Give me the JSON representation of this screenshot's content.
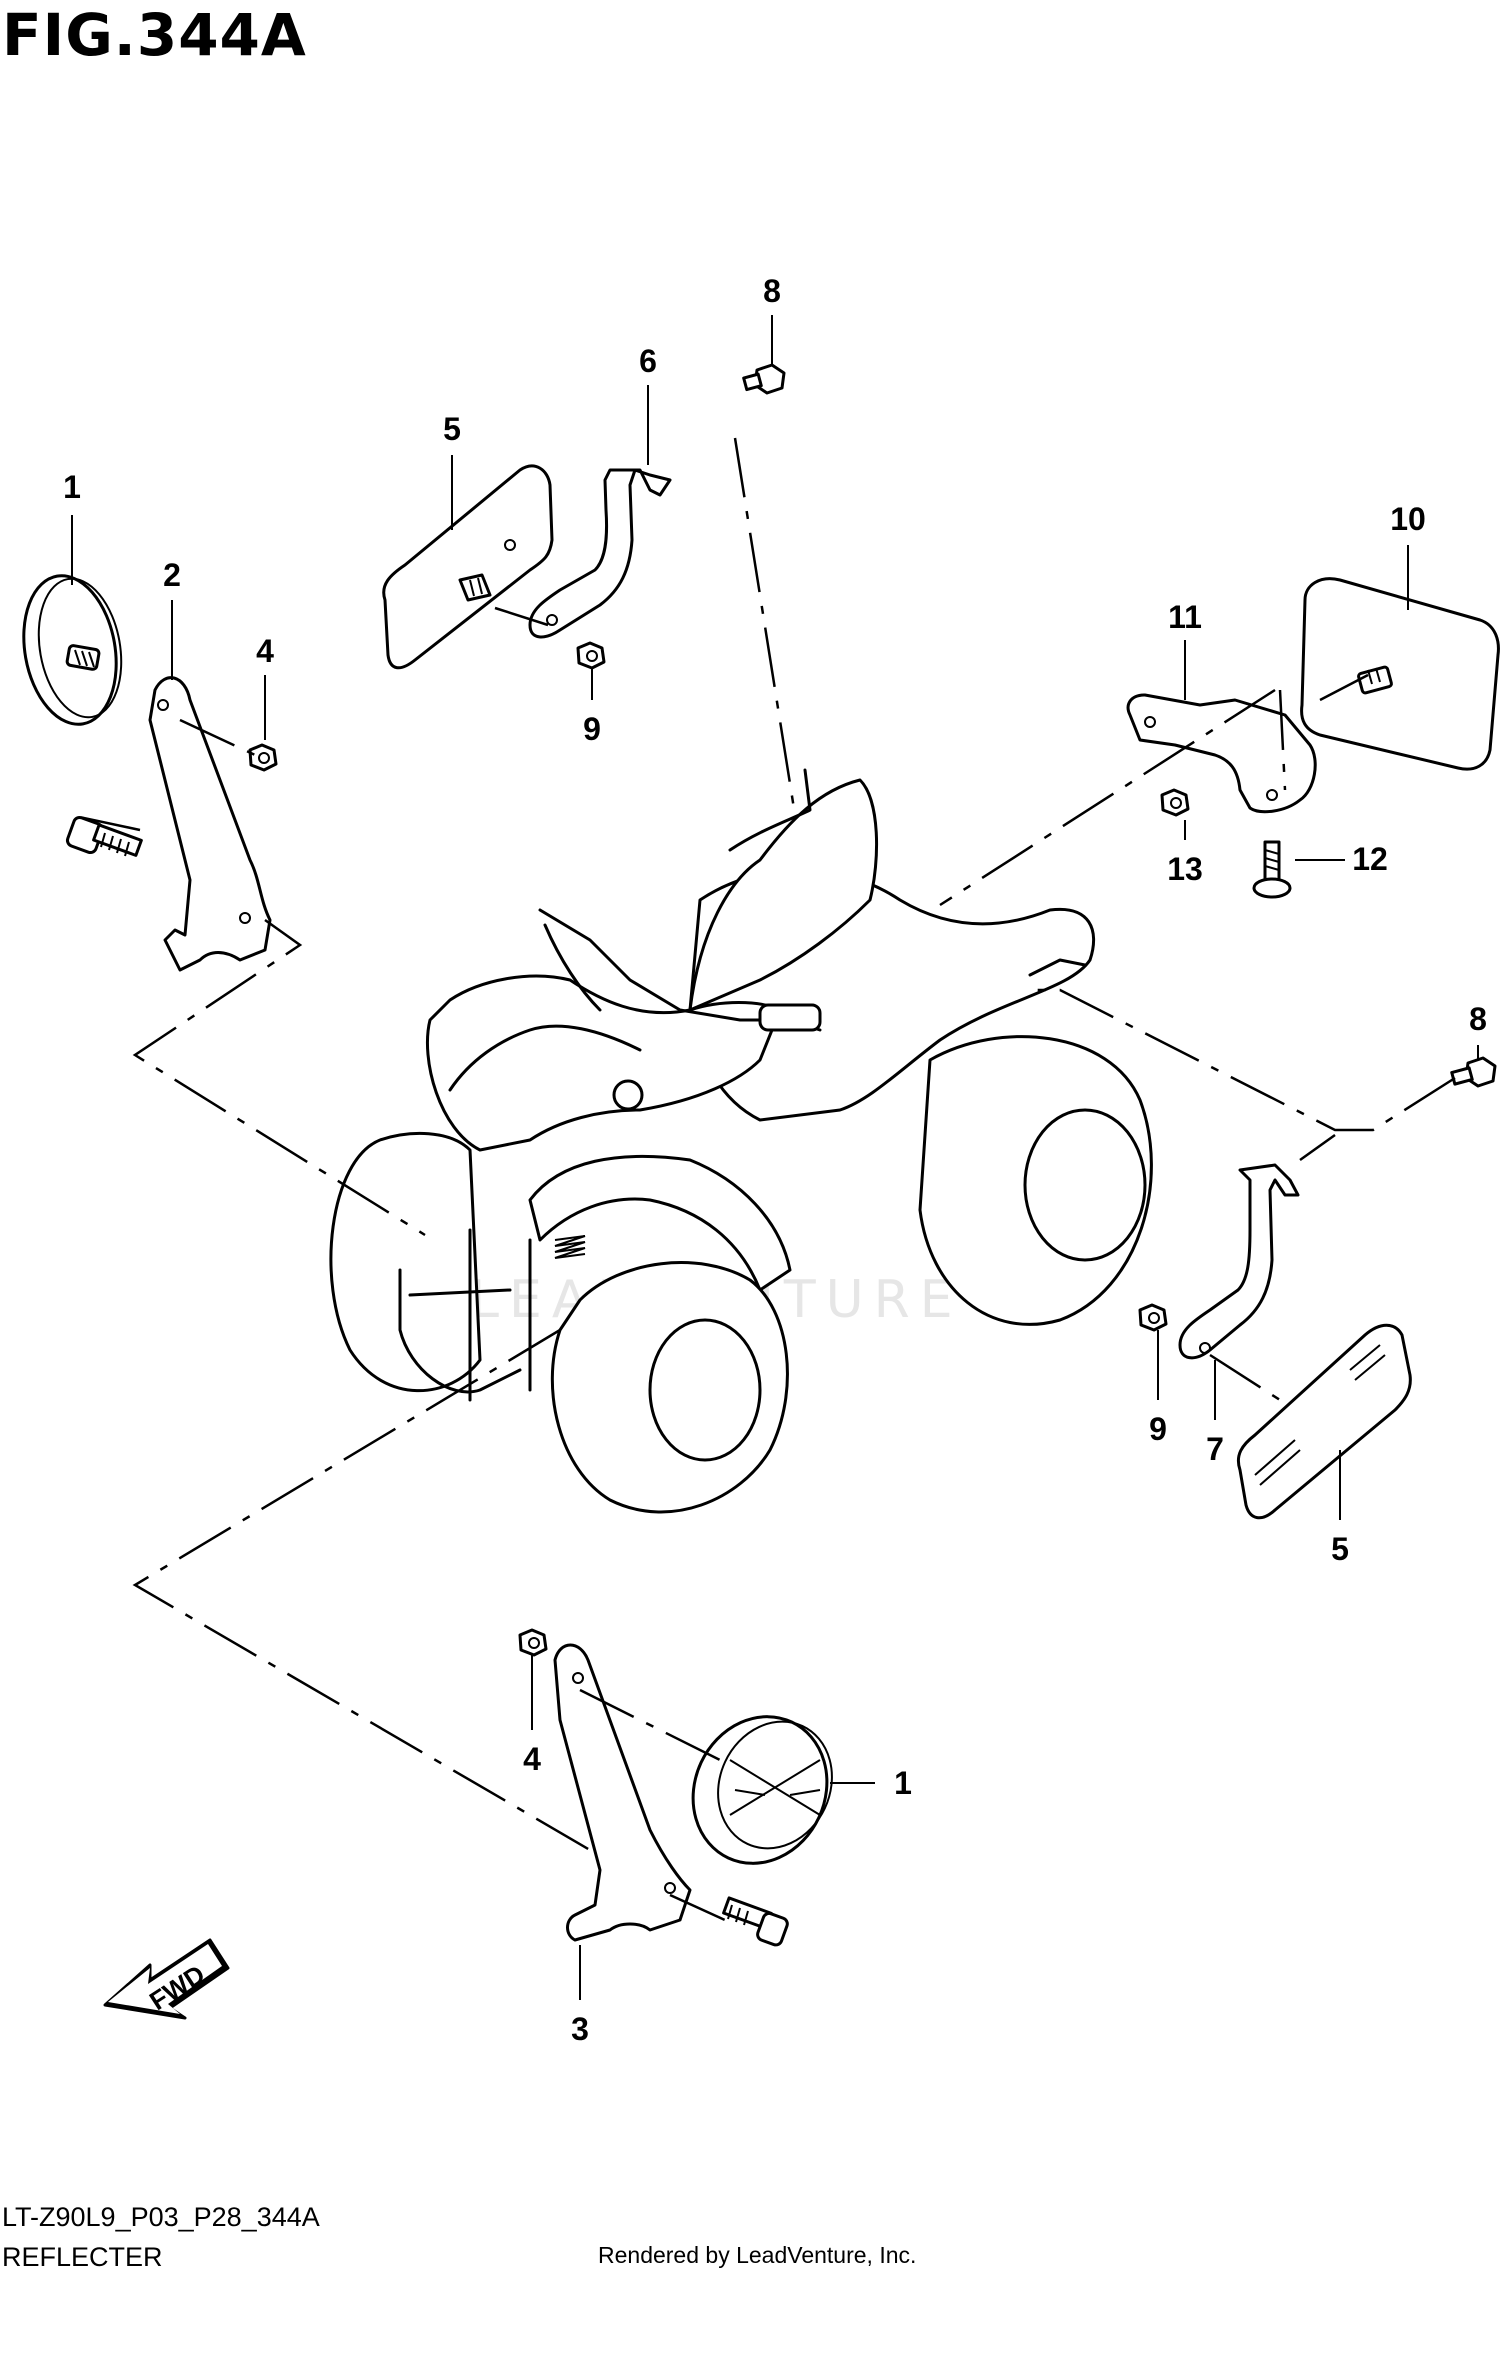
{
  "figure": {
    "title": "FIG.344A",
    "code": "LT-Z90L9_P03_P28_344A",
    "name": "REFLECTER",
    "render_credit": "Rendered by LeadVenture, Inc.",
    "watermark": "LEADVENTURE",
    "fwd_label": "FWD"
  },
  "callouts": [
    "1",
    "2",
    "4",
    "5",
    "6",
    "8",
    "9",
    "10",
    "11",
    "13",
    "12",
    "8",
    "9",
    "7",
    "5",
    "4",
    "1",
    "3"
  ],
  "parts": [
    {
      "name": "reflector-round-front-left",
      "icon": "round-reflector-icon"
    },
    {
      "name": "bracket-front-left",
      "icon": "bracket-icon"
    },
    {
      "name": "nut",
      "icon": "nut-icon"
    },
    {
      "name": "reflector-rect-side",
      "icon": "rect-reflector-icon"
    },
    {
      "name": "bracket-side-left",
      "icon": "bracket-icon"
    },
    {
      "name": "bolt",
      "icon": "bolt-icon"
    },
    {
      "name": "reflector-rear",
      "icon": "rect-reflector-icon"
    },
    {
      "name": "bracket-rear",
      "icon": "bracket-icon"
    },
    {
      "name": "screw",
      "icon": "screw-icon"
    },
    {
      "name": "atv-body",
      "icon": "atv-icon"
    }
  ]
}
